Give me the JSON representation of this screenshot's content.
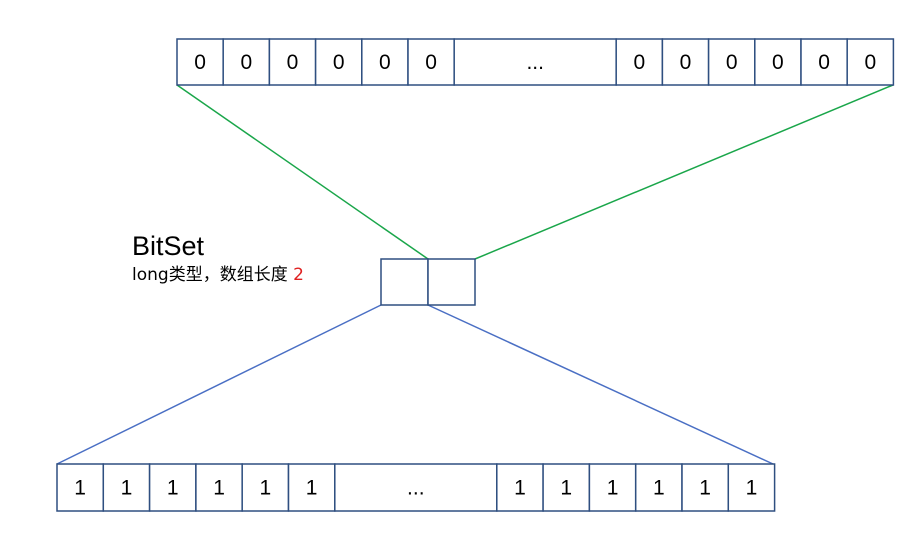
{
  "diagram": {
    "title": "BitSet",
    "subtitle": "long类型，数组长度 ",
    "array_length": "2",
    "top_row": {
      "cells": [
        "0",
        "0",
        "0",
        "0",
        "0",
        "0",
        "...",
        "0",
        "0",
        "0",
        "0",
        "0",
        "0"
      ]
    },
    "bottom_row": {
      "cells": [
        "1",
        "1",
        "1",
        "1",
        "1",
        "1",
        "...",
        "1",
        "1",
        "1",
        "1",
        "1",
        "1"
      ]
    },
    "long_array": {
      "cell_count": 2
    }
  },
  "colors": {
    "cell_border": "#2f4f80",
    "top_connector": "#1aa64a",
    "bottom_connector": "#4a6fc4",
    "array_length": "#e02020",
    "text": "#000000"
  }
}
